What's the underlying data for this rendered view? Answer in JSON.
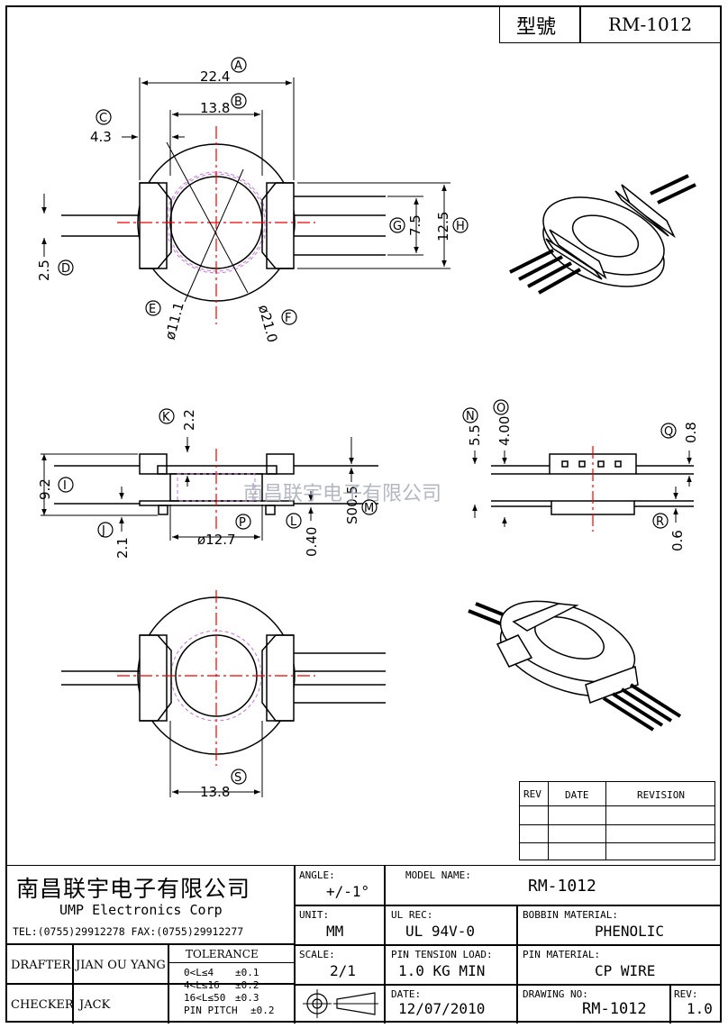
{
  "header": {
    "model_label": "型號",
    "model_value": "RM-1012"
  },
  "dimensions": {
    "A": "22.4",
    "B": "13.8",
    "C": "4.3",
    "D": "2.5",
    "E": "ø11.1",
    "F": "ø21.0",
    "G": "7.5",
    "H": "12.5",
    "I": "9.2",
    "J": "2.1",
    "K": "2.2",
    "L": "0.40",
    "M": "S00.5",
    "N": "5.5",
    "O": "4.00",
    "P": "ø12.7",
    "Q": "0.8",
    "R": "0.6",
    "S": "13.8"
  },
  "callouts": [
    "A",
    "B",
    "C",
    "D",
    "E",
    "F",
    "G",
    "H",
    "I",
    "J",
    "K",
    "L",
    "M",
    "N",
    "O",
    "P",
    "Q",
    "R",
    "S"
  ],
  "watermark": "南昌联宇电子有限公司",
  "revision_table": {
    "headers": [
      "REV",
      "DATE",
      "REVISION"
    ]
  },
  "company": {
    "name_cn": "南昌联宇电子有限公司",
    "name_en": "UMP  Electronics  Corp",
    "contact": "TEL:(0755)29912278 FAX:(0755)29912277"
  },
  "title_block": {
    "angle_label": "ANGLE:",
    "angle_value": "+/-1°",
    "model_name_label": "MODEL NAME:",
    "model_name_value": "RM-1012",
    "unit_label": "UNIT:",
    "unit_value": "MM",
    "ul_rec_label": "UL REC:",
    "ul_rec_value": "UL 94V-0",
    "bobbin_material_label": "BOBBIN MATERIAL:",
    "bobbin_material_value": "PHENOLIC",
    "scale_label": "SCALE:",
    "scale_value": "2/1",
    "pin_tension_label": "PIN TENSION LOAD:",
    "pin_tension_value": "1.0  KG MIN",
    "pin_material_label": "PIN MATERIAL:",
    "pin_material_value": "CP  WIRE",
    "date_label": "DATE:",
    "date_value": "12/07/2010",
    "drawing_no_label": "DRAWING NO:",
    "drawing_no_value": "RM-1012",
    "rev_label": "REV:",
    "rev_value": "1.0",
    "drafter_label": "DRAFTER",
    "drafter_value": "JIAN OU YANG",
    "checker_label": "CHECKER",
    "checker_value": "JACK",
    "tolerance_label": "TOLERANCE",
    "tolerance_rows": [
      {
        "range": "0<L≤4",
        "tol": "±0.1"
      },
      {
        "range": "4<L≤16",
        "tol": "±0.2"
      },
      {
        "range": "16<L≤50",
        "tol": "±0.3"
      },
      {
        "range": "PIN PITCH",
        "tol": "±0.2"
      }
    ]
  }
}
